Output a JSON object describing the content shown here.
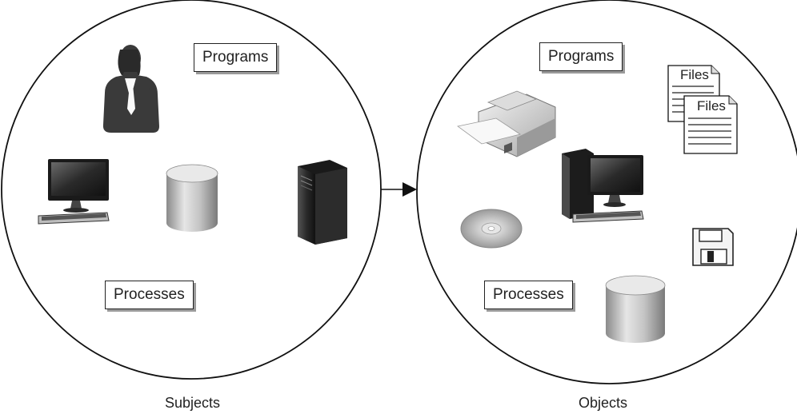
{
  "subjects": {
    "caption": "Subjects",
    "programs_label": "Programs",
    "processes_label": "Processes",
    "icons": [
      "person-icon",
      "desktop-computer-icon",
      "database-icon",
      "tower-server-icon"
    ]
  },
  "objects": {
    "caption": "Objects",
    "programs_label": "Programs",
    "processes_label": "Processes",
    "files_label_back": "Files",
    "files_label_front": "Files",
    "icons": [
      "printer-icon",
      "files-icon",
      "computer-workstation-icon",
      "cd-disc-icon",
      "floppy-disk-icon",
      "database-icon"
    ]
  },
  "connector": {
    "direction": "subjects-to-objects"
  }
}
